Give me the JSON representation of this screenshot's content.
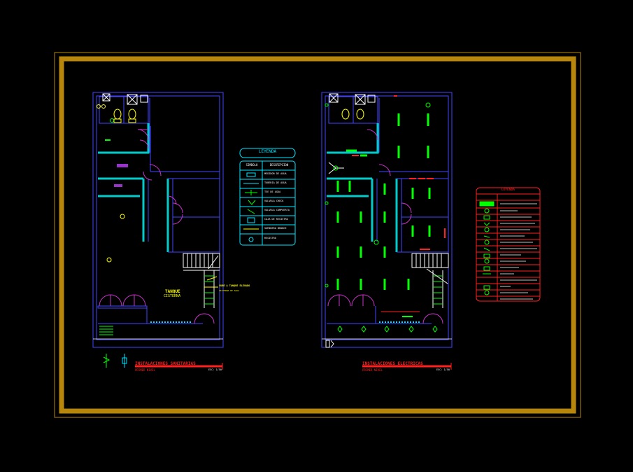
{
  "legend_left": {
    "title": "LEYENDA",
    "col_symbol": "SIMBOLO",
    "col_description": "DESCRIPCION",
    "rows": [
      "MEDIDOR DE AGUA",
      "TUBERIA DE AGUA",
      "TEE DE AGUA",
      "VALVULA CHECK",
      "VALVULA COMPUERTA",
      "CAJA DE REGISTRO",
      "SUMIDERO BRONCE",
      "REGISTRO"
    ]
  },
  "legend_right": {
    "title": "LEYENDA"
  },
  "plan_left": {
    "room_label_1": "TANQUE",
    "room_label_2": "CISTERNA",
    "note_1": "SUBE A TANQUE ELEVADO",
    "note_2": "CISTERNA DE AGUA",
    "title": "INSTALACIONES SANITARIAS",
    "subtitle": "PRIMER NIVEL",
    "scale": "ESC: 1/50"
  },
  "plan_right": {
    "title": "INSTALACIONES ELECTRICAS",
    "subtitle": "PRIMER NIVEL",
    "scale": "ESC: 1/50"
  },
  "colors": {
    "frame": "#b8860b",
    "wall": "#4444ff",
    "cyan": "#00e5ff",
    "green": "#00ff00",
    "yellow": "#ffff00",
    "red": "#ff2020",
    "magenta": "#cc33cc",
    "white": "#ffffff"
  }
}
